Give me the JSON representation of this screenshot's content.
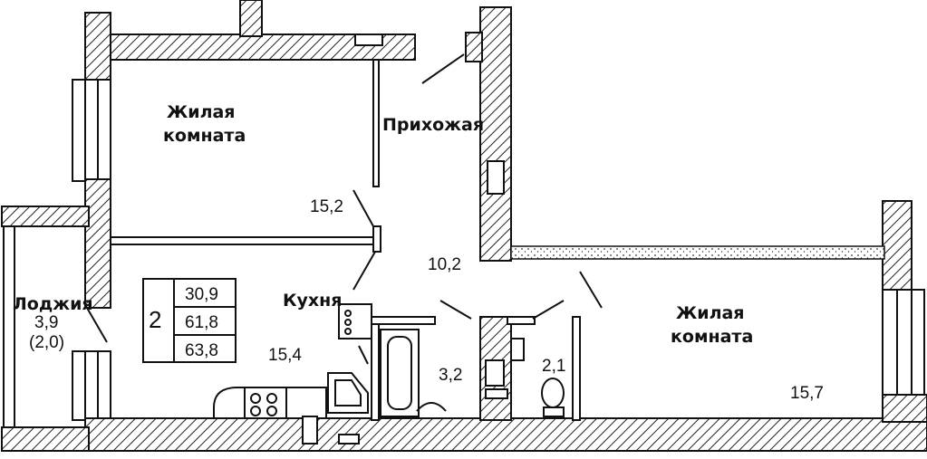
{
  "rooms": {
    "living_room_1": {
      "label_line1": "Жилая",
      "label_line2": "комната",
      "area": "15,2"
    },
    "hallway": {
      "label": "Прихожая",
      "area": "10,2"
    },
    "living_room_2": {
      "label_line1": "Жилая",
      "label_line2": "комната",
      "area": "15,7"
    },
    "kitchen": {
      "label": "Кухня",
      "area": "15,4"
    },
    "loggia": {
      "label": "Лоджия",
      "area": "3,9",
      "area_reduced": "(2,0)"
    },
    "bathroom": {
      "area": "3,2"
    },
    "toilet": {
      "area": "2,1"
    }
  },
  "summary": {
    "rooms_count": "2",
    "living_area": "30,9",
    "total_area": "61,8",
    "total_with_loggia": "63,8"
  }
}
